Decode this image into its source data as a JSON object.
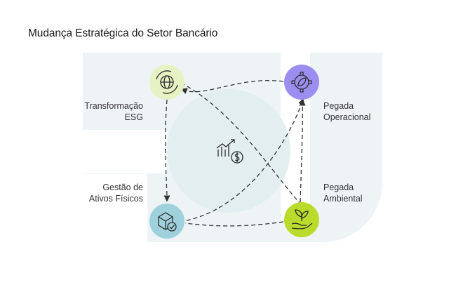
{
  "title": "Mudança Estratégica do Setor Bancário",
  "center": {
    "icon": "growth-chart-dollar-icon"
  },
  "nodes": [
    {
      "id": "transformacao-esg",
      "lines": [
        "Transformação",
        "ESG"
      ],
      "icon": "globe-cycle-icon",
      "color": "#e6f2c3"
    },
    {
      "id": "pegada-operacional",
      "lines": [
        "Pegada",
        "Operacional"
      ],
      "icon": "gear-leaf-icon",
      "color": "#9a8ef0"
    },
    {
      "id": "gestao-ativos-fisicos",
      "lines": [
        "Gestão de",
        "Ativos Físicos"
      ],
      "icon": "box-check-icon",
      "color": "#9fd1dc"
    },
    {
      "id": "pegada-ambiental",
      "lines": [
        "Pegada",
        "Ambiental"
      ],
      "icon": "hand-plant-icon",
      "color": "#b9dc2c"
    }
  ],
  "colors": {
    "background_shape": "#eef4f6",
    "center_circle": "#e2eef0",
    "dashed_line": "#333333",
    "icon_stroke": "#2b2b2b"
  }
}
